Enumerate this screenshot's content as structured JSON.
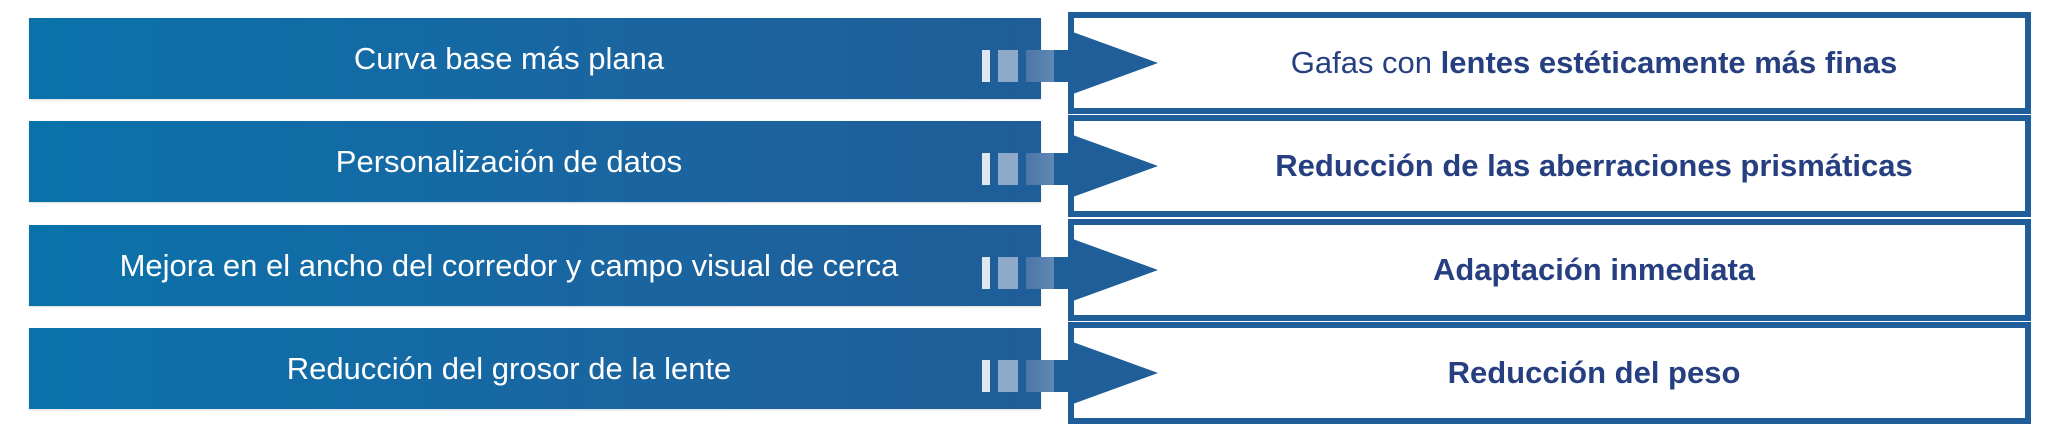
{
  "rows": [
    {
      "cause": "Curva base más plana",
      "effect_plain": "Gafas con ",
      "effect_bold": "lentes estéticamente más finas"
    },
    {
      "cause": "Personalización de datos",
      "effect_plain": "",
      "effect_bold": "Reducción de las aberraciones prismáticas"
    },
    {
      "cause": "Mejora en el ancho del corredor y campo visual de cerca",
      "effect_plain": "",
      "effect_bold": "Adaptación inmediata"
    },
    {
      "cause": "Reducción del grosor de la lente",
      "effect_plain": "",
      "effect_bold": "Reducción del peso"
    }
  ],
  "colors": {
    "box": "#1f5e98",
    "text": "#263f80"
  }
}
